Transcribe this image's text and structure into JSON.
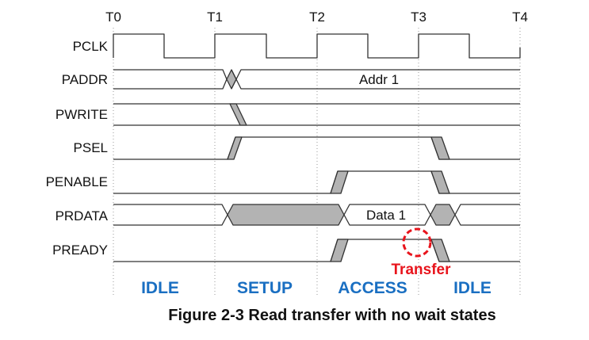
{
  "times": [
    "T0",
    "T1",
    "T2",
    "T3",
    "T4"
  ],
  "signals": [
    {
      "name": "PCLK",
      "kind": "clock"
    },
    {
      "name": "PADDR",
      "kind": "bus",
      "value": "Addr 1"
    },
    {
      "name": "PWRITE",
      "kind": "level",
      "level": "low"
    },
    {
      "name": "PSEL",
      "kind": "pulse",
      "active": "high"
    },
    {
      "name": "PENABLE",
      "kind": "pulse",
      "active": "high"
    },
    {
      "name": "PRDATA",
      "kind": "bus",
      "value": "Data 1"
    },
    {
      "name": "PREADY",
      "kind": "pulse",
      "active": "high"
    }
  ],
  "phases": [
    "IDLE",
    "SETUP",
    "ACCESS",
    "IDLE"
  ],
  "marker": {
    "label": "Transfer",
    "color": "#e8141c"
  },
  "caption": "Figure 2-3 Read transfer with no wait states",
  "colors": {
    "phase": "#1a6fc2",
    "trace": "#333333",
    "fill": "#b3b3b3",
    "grid": "#999999"
  }
}
